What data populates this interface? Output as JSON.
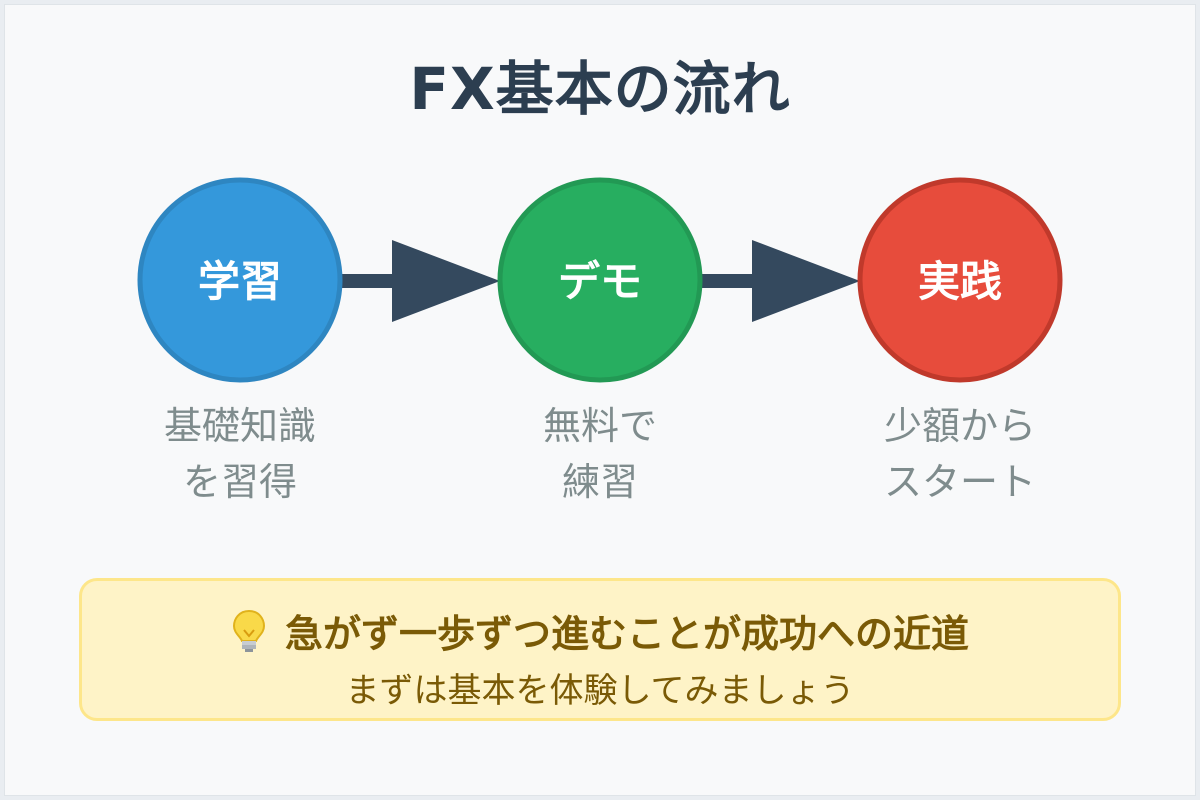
{
  "title": "FX基本の流れ",
  "steps": [
    {
      "label": "学習",
      "caption": [
        "基礎知識",
        "を習得"
      ],
      "color": "#3498db",
      "border": "#2e86c1"
    },
    {
      "label": "デモ",
      "caption": [
        "無料で",
        "練習"
      ],
      "color": "#27ae60",
      "border": "#229954"
    },
    {
      "label": "実践",
      "caption": [
        "少額から",
        "スタート"
      ],
      "color": "#e74c3c",
      "border": "#c0392b"
    }
  ],
  "arrow_color": "#34495e",
  "tip": {
    "icon": "lightbulb-icon",
    "heading": "急がず一歩ずつ進むことが成功への近道",
    "subtext": "まずは基本を体験してみましょう"
  }
}
